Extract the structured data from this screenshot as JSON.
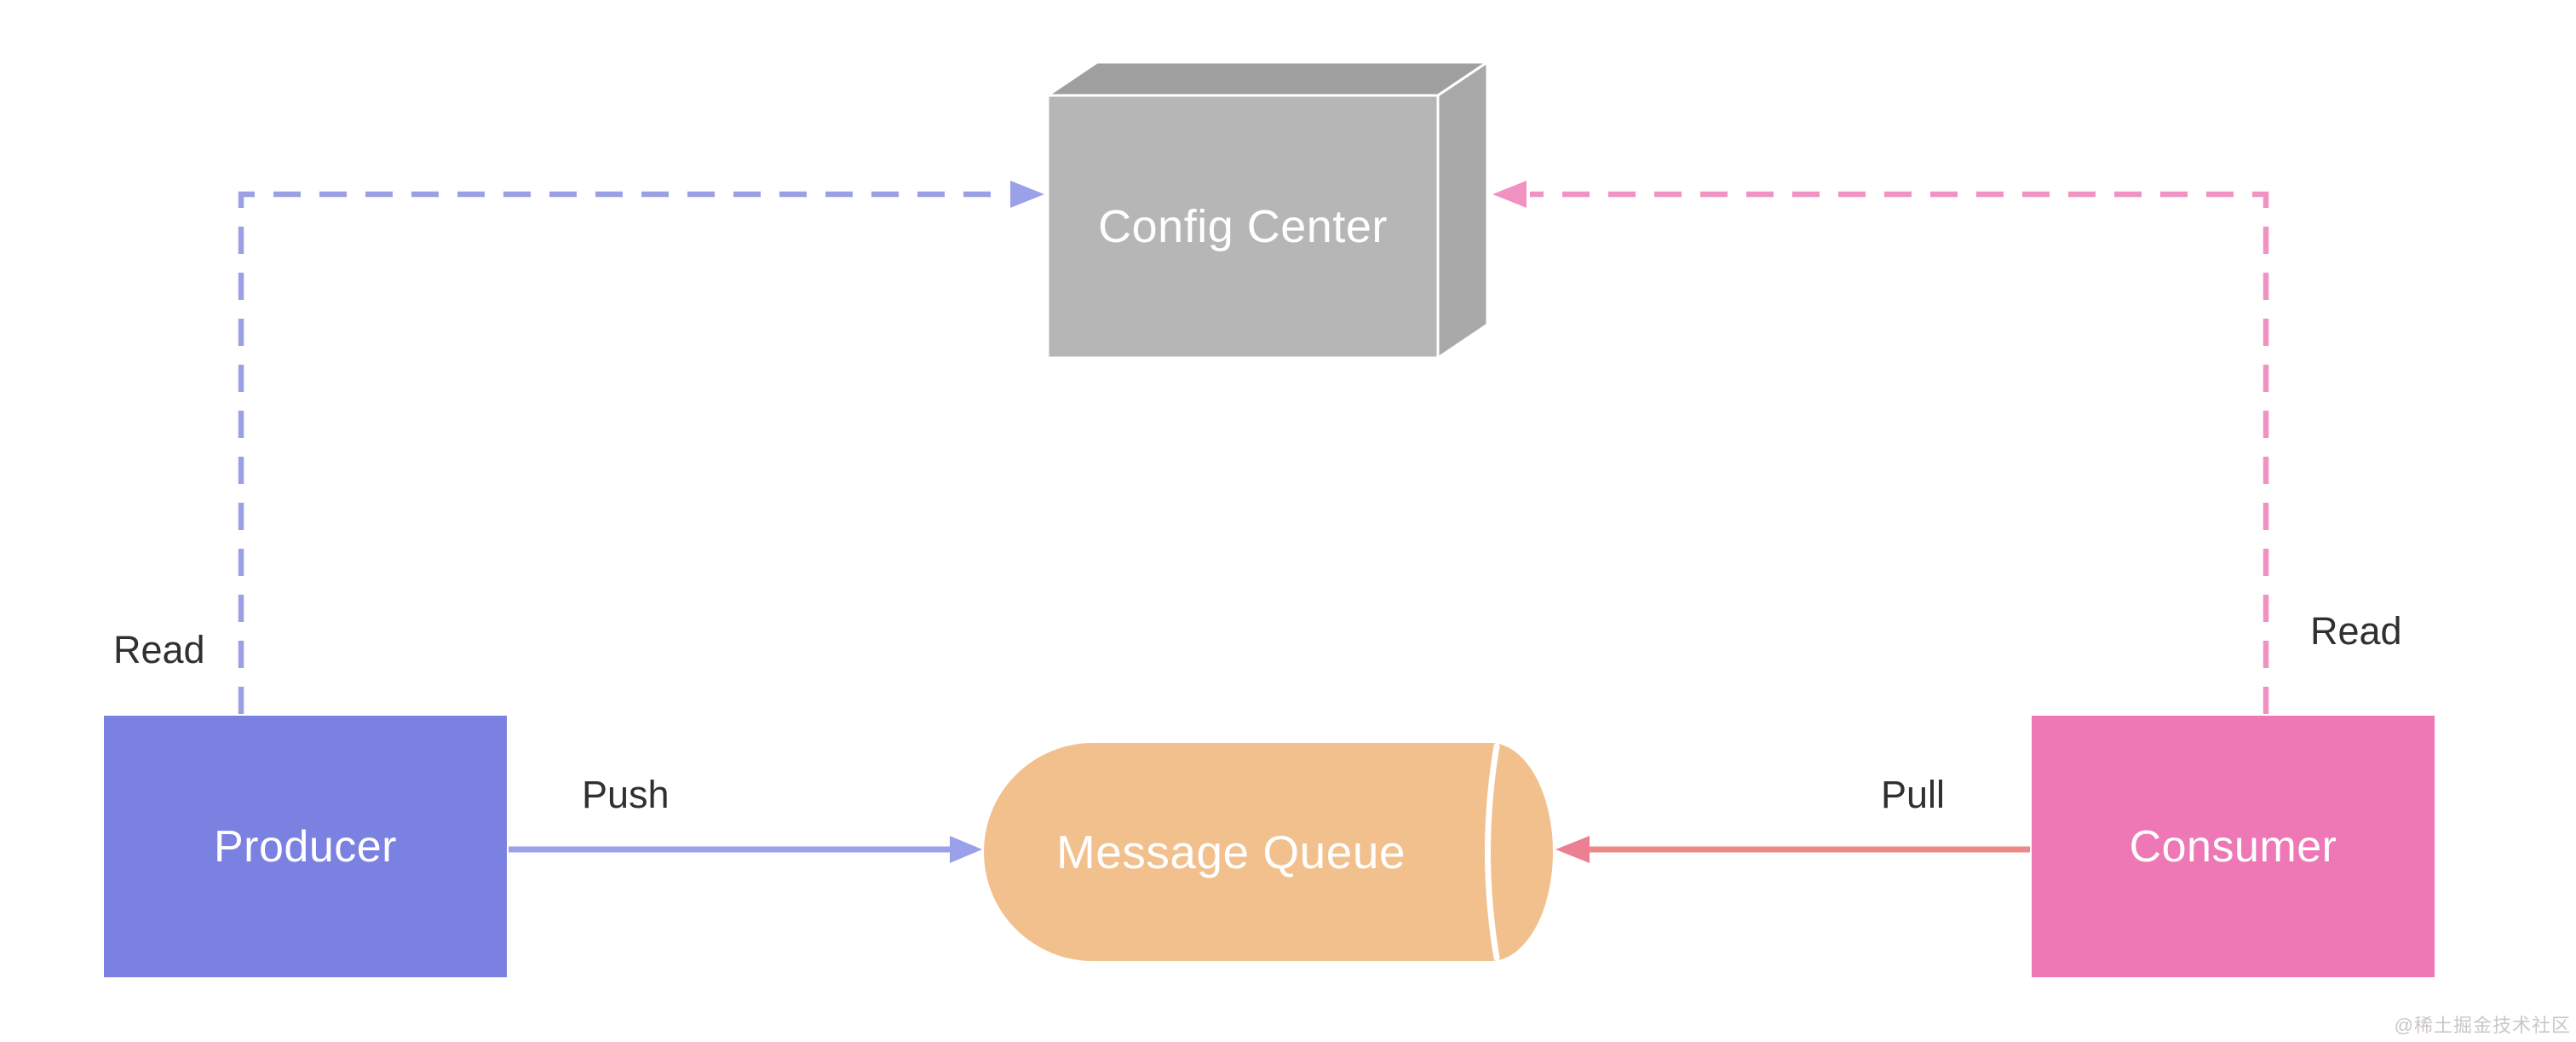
{
  "diagram": {
    "nodes": {
      "config_center": {
        "label": "Config Center",
        "shape": "3d-box",
        "fill_front": "#B6B6B6",
        "fill_top": "#9F9F9F",
        "fill_side": "#A9A9A9"
      },
      "producer": {
        "label": "Producer",
        "shape": "rect",
        "fill": "#7B81E1"
      },
      "message_queue": {
        "label": "Message Queue",
        "shape": "cylinder",
        "fill": "#F2C08D"
      },
      "consumer": {
        "label": "Consumer",
        "shape": "rect",
        "fill": "#EE77B5"
      }
    },
    "edges": {
      "push": {
        "label": "Push",
        "from": "producer",
        "to": "message_queue",
        "style": "solid",
        "color": "#9BA1E8"
      },
      "pull": {
        "label": "Pull",
        "from": "consumer",
        "to": "message_queue",
        "style": "solid",
        "color": "#EE8787"
      },
      "producer_read": {
        "label": "Read",
        "from": "producer",
        "to": "config_center",
        "style": "dashed",
        "color": "#9BA0E5"
      },
      "consumer_read": {
        "label": "Read",
        "from": "consumer",
        "to": "config_center",
        "style": "dashed",
        "color": "#F193C2"
      }
    },
    "watermark": "@稀土掘金技术社区"
  }
}
